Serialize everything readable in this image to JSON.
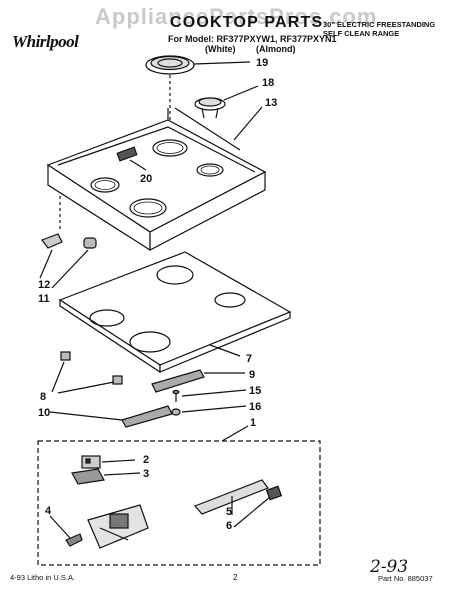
{
  "header": {
    "watermark": "AppliancePartsPros.com",
    "brand_logo": "Whirlpool",
    "title": "COOKTOP PARTS",
    "model_line": "For Model: RF377PXYW1, RF377PXYN1",
    "variants": [
      "(White)",
      "(Almond)"
    ],
    "description_line1": "30\" ELECTRIC FREESTANDING",
    "description_line2": "SELF CLEAN RANGE"
  },
  "callouts": [
    "19",
    "18",
    "13",
    "20",
    "12",
    "11",
    "7",
    "9",
    "8",
    "15",
    "16",
    "10",
    "1",
    "2",
    "3",
    "4",
    "5",
    "6"
  ],
  "footer": {
    "litho": "4-93 Litho in U.S.A.",
    "page": "2",
    "part_no": "Part No. 885037",
    "handwritten": "2-93"
  }
}
